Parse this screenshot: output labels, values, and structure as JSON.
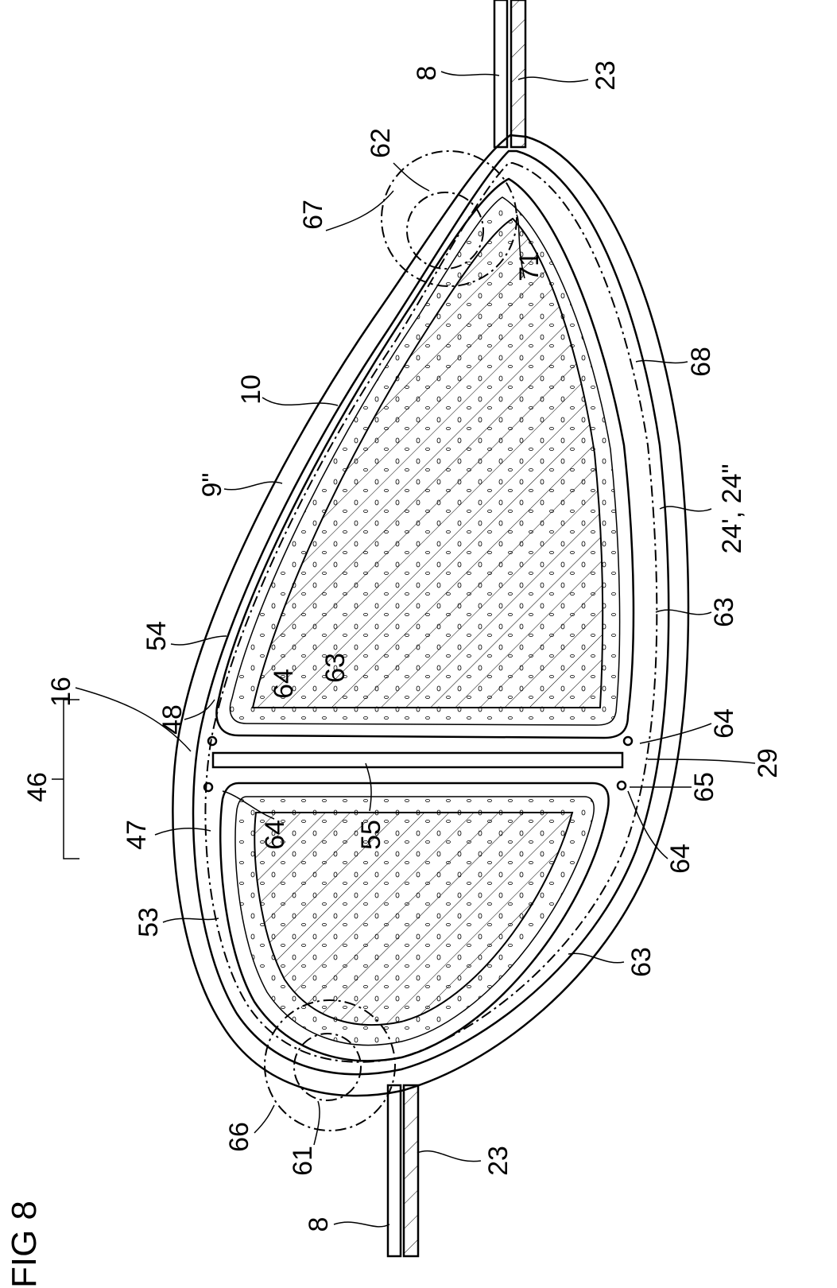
{
  "figure": {
    "title": "FIG 8",
    "labels": {
      "l8_top": "8",
      "l23_top": "23",
      "l62": "62",
      "l67": "67",
      "l10": "10",
      "l71": "71",
      "l68": "68",
      "l9": "9\"",
      "l24": "24', 24\"",
      "l54": "54",
      "l63_right": "63",
      "l16": "16",
      "l63_mid": "63",
      "l64_a": "64",
      "l48": "48",
      "l64_b": "64",
      "l29": "29",
      "l46": "46",
      "l65": "65",
      "l47": "47",
      "l64_c": "64",
      "l55": "55",
      "l64_d": "64",
      "l53": "53",
      "l63_bottom": "63",
      "l66": "66",
      "l61": "61",
      "l23_bottom": "23",
      "l8_bottom": "8"
    }
  }
}
